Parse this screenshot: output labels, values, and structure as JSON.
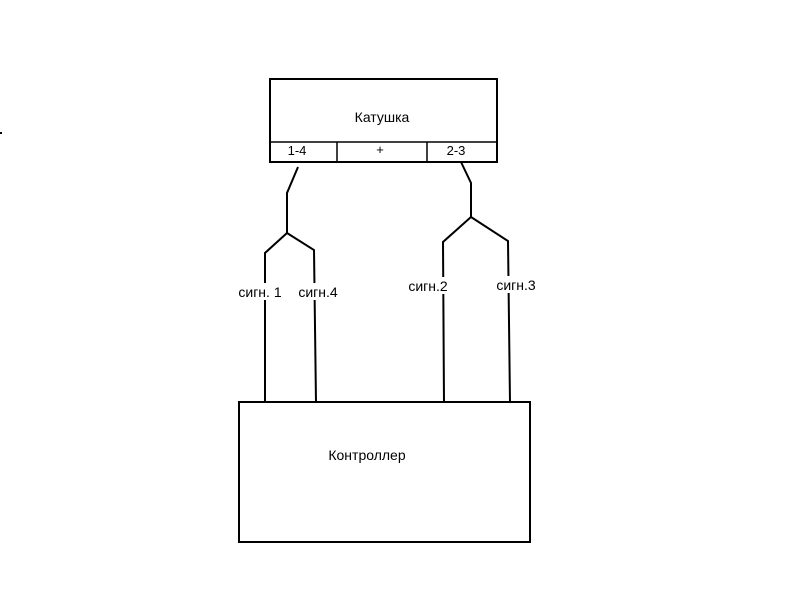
{
  "coil": {
    "title": "Катушка",
    "terminals": [
      "1-4",
      "+",
      "2-3"
    ]
  },
  "controller": {
    "title": "Контроллер"
  },
  "signals": [
    "сигн. 1",
    "сигн.4",
    "сигн.2",
    "сигн.3"
  ],
  "colors": {
    "stroke": "#000000",
    "background": "#ffffff"
  }
}
